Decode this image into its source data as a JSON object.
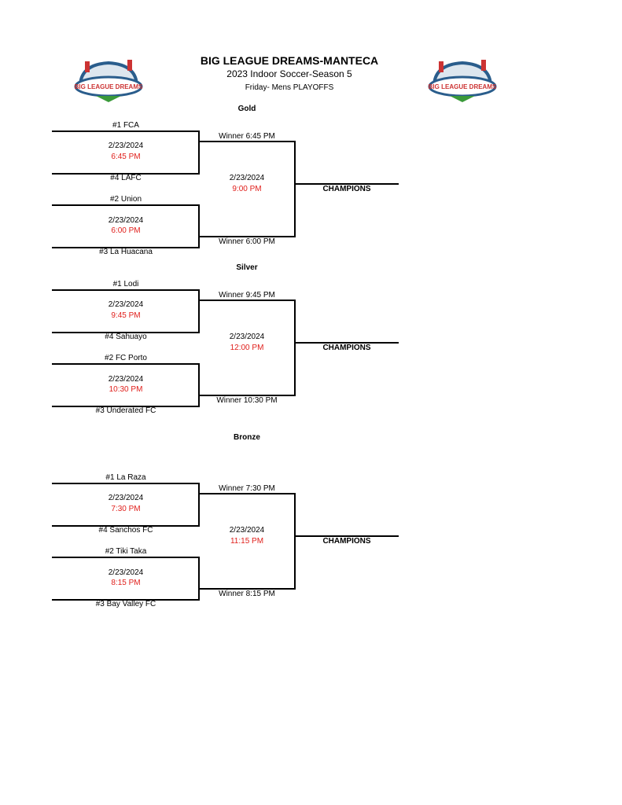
{
  "header": {
    "title": "BIG LEAGUE DREAMS-MANTECA",
    "subtitle": "2023 Indoor Soccer-Season 5",
    "subtitle2": "Friday- Mens PLAYOFFS",
    "logo_text": "BIG LEAGUE DREAMS"
  },
  "brackets": [
    {
      "name": "Gold",
      "seeds": [
        "#1 FCA",
        "#4 LAFC",
        "#2 Union",
        "#3 La Huacana"
      ],
      "games": [
        {
          "date": "2/23/2024",
          "time": "6:45 PM"
        },
        {
          "date": "2/23/2024",
          "time": "6:00 PM"
        }
      ],
      "winners": [
        "Winner 6:45 PM",
        "Winner 6:00 PM"
      ],
      "final": {
        "date": "2/23/2024",
        "time": "9:00 PM"
      },
      "champions": "CHAMPIONS"
    },
    {
      "name": "Silver",
      "seeds": [
        "#1 Lodi",
        "#4 Sahuayo",
        "#2 FC Porto",
        "#3 Underated FC"
      ],
      "games": [
        {
          "date": "2/23/2024",
          "time": "9:45 PM"
        },
        {
          "date": "2/23/2024",
          "time": "10:30 PM"
        }
      ],
      "winners": [
        "Winner 9:45 PM",
        "Winner 10:30 PM"
      ],
      "final": {
        "date": "2/23/2024",
        "time": "12:00 PM"
      },
      "champions": "CHAMPIONS"
    },
    {
      "name": "Bronze",
      "seeds": [
        "#1 La Raza",
        "#4 Sanchos FC",
        "#2 Tiki Taka",
        "#3 Bay Valley FC"
      ],
      "games": [
        {
          "date": "2/23/2024",
          "time": "7:30 PM"
        },
        {
          "date": "2/23/2024",
          "time": "8:15 PM"
        }
      ],
      "winners": [
        "Winner 7:30 PM",
        "Winner 8:15 PM"
      ],
      "final": {
        "date": "2/23/2024",
        "time": "11:15 PM"
      },
      "champions": "CHAMPIONS"
    }
  ]
}
